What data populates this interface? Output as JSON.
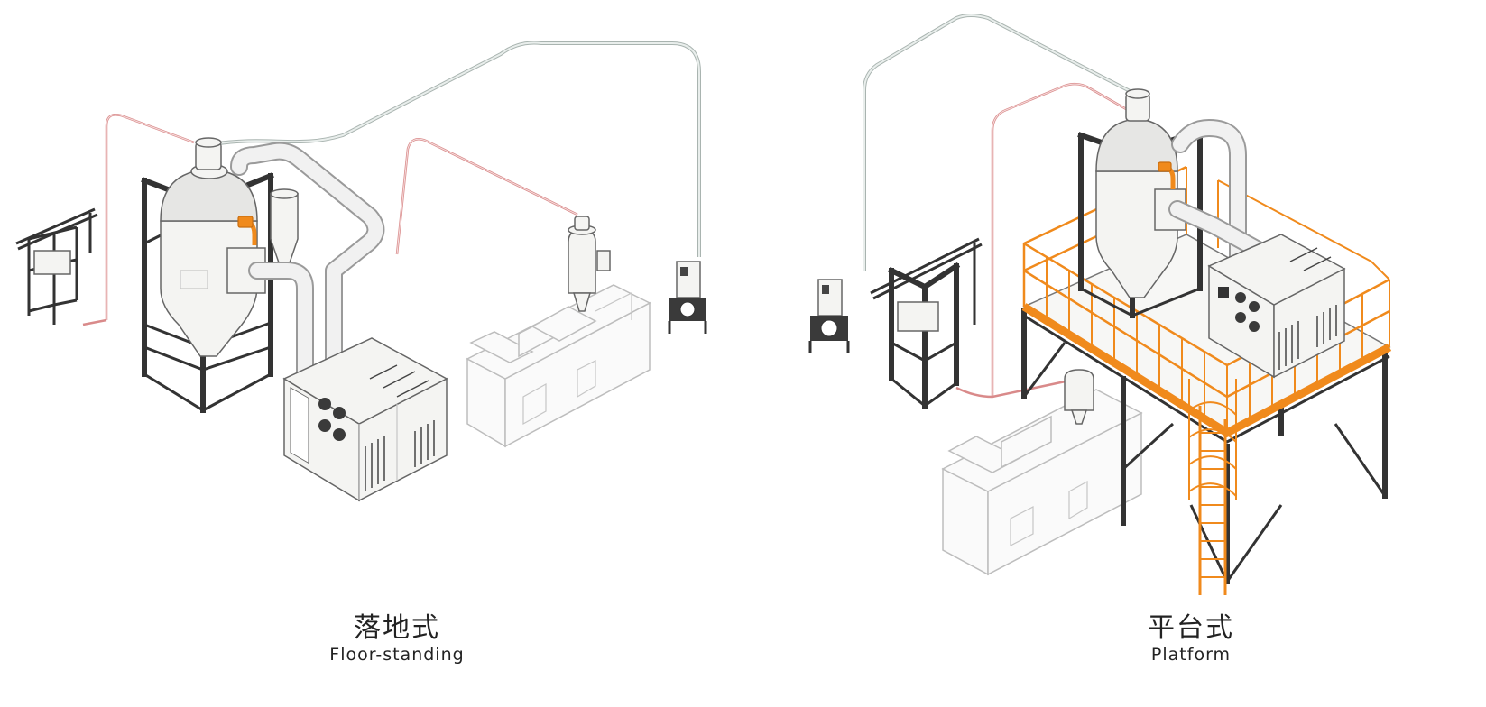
{
  "captions": {
    "floor": {
      "cn": "落地式",
      "en": "Floor-standing"
    },
    "platform": {
      "cn": "平台式",
      "en": "Platform"
    }
  },
  "colors": {
    "frame": "#333333",
    "equipment": "#f4f4f2",
    "outline": "#666666",
    "pipe_gray": "#dfe5e3",
    "pipe_red": "#d98a8a",
    "accent_orange": "#f08a1c",
    "machine_faded": "#c9c9c9"
  }
}
